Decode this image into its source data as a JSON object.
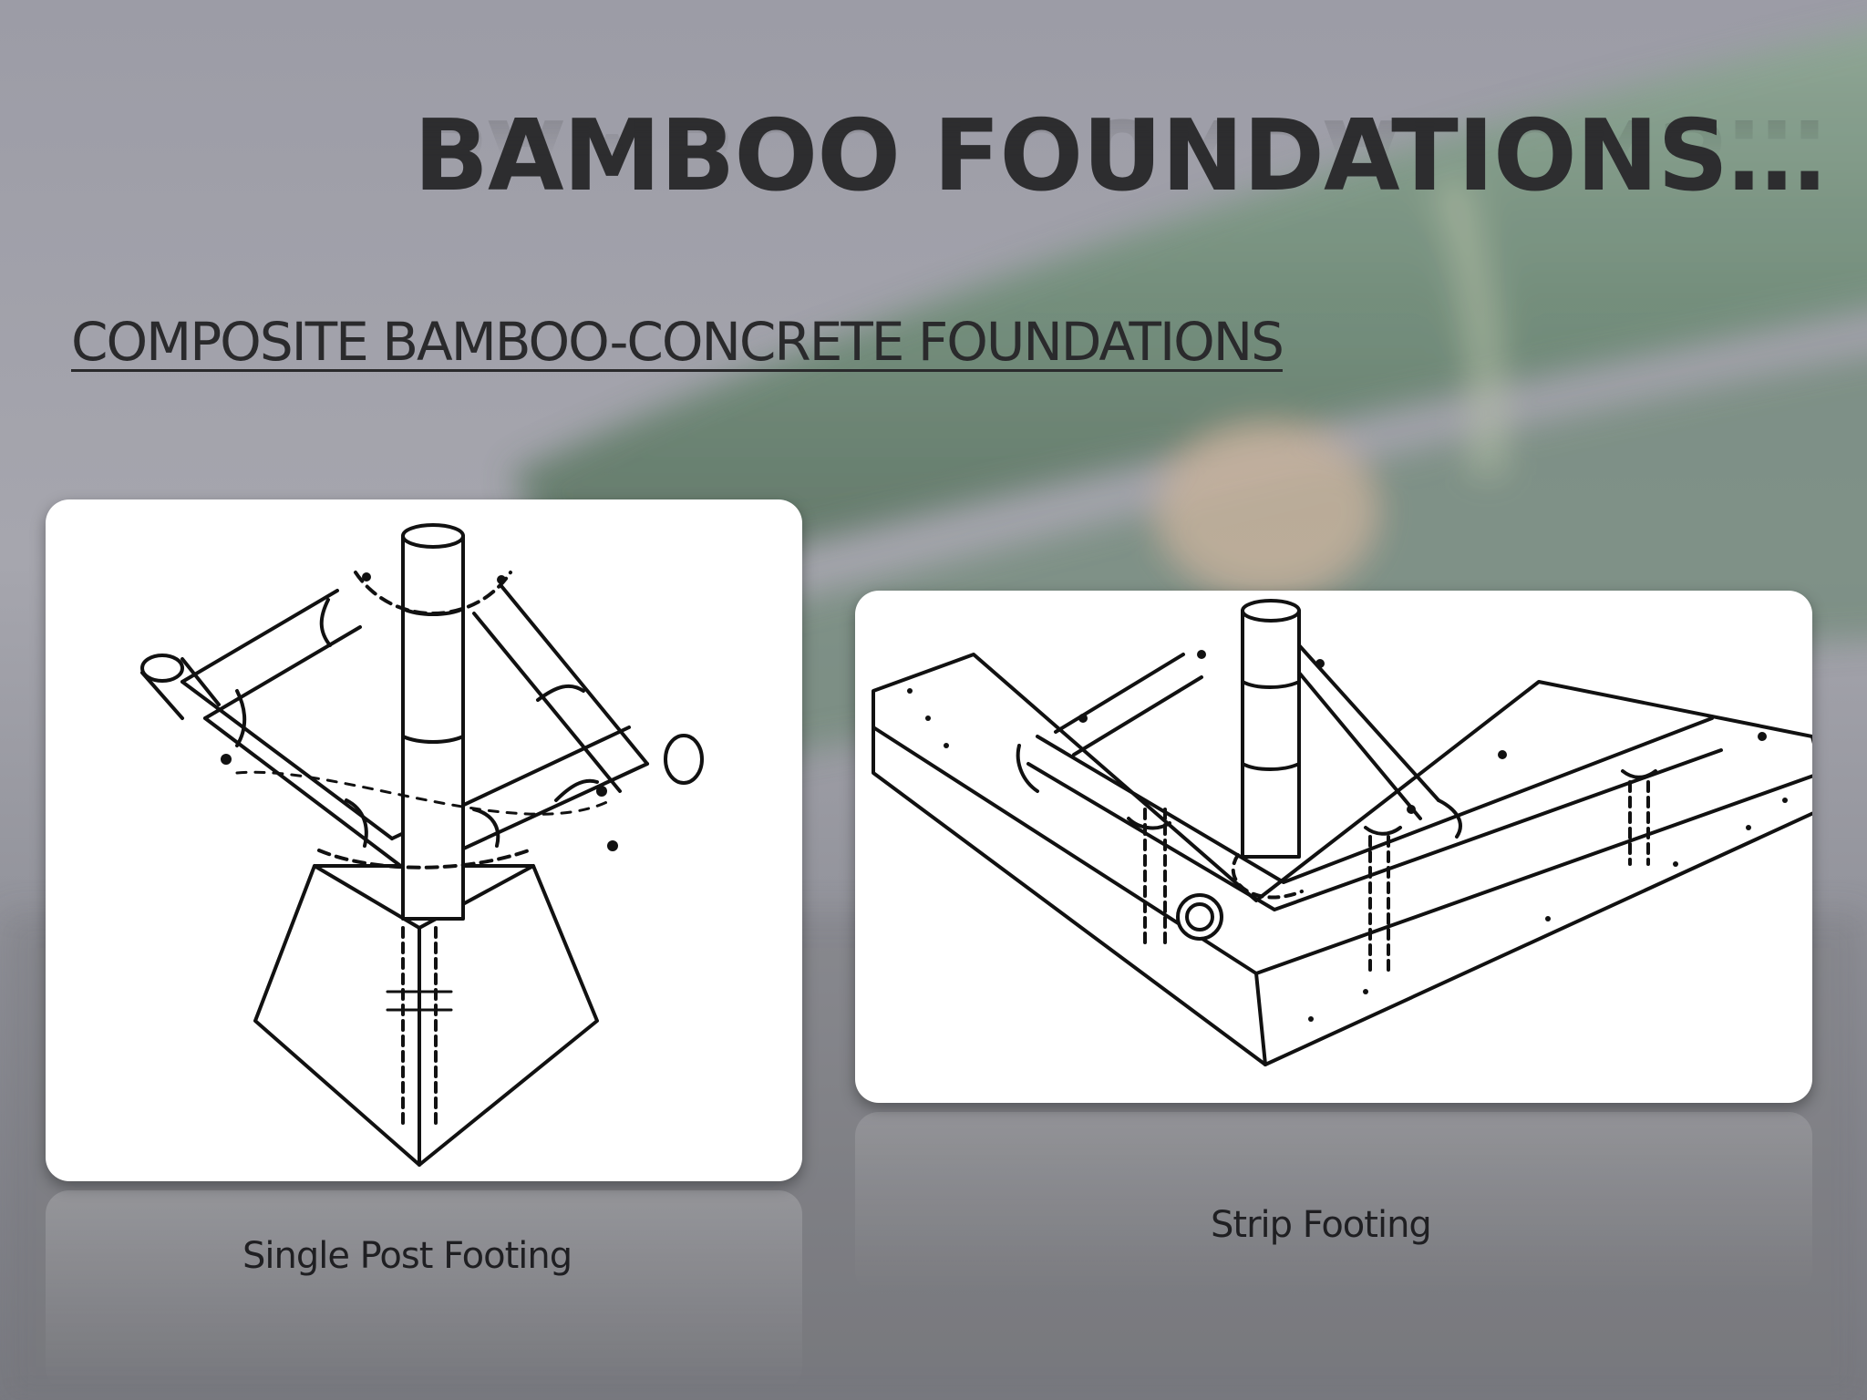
{
  "slide": {
    "title": "BAMBOO FOUNDATIONS…",
    "subtitle": "COMPOSITE BAMBOO-CONCRETE FOUNDATIONS"
  },
  "figures": [
    {
      "caption": "Single Post Footing"
    },
    {
      "caption": "Strip Footing"
    }
  ],
  "colors": {
    "title_text": "#2d2d2f",
    "panel_background": "#ffffff",
    "bamboo_green": "#7e9a86"
  }
}
